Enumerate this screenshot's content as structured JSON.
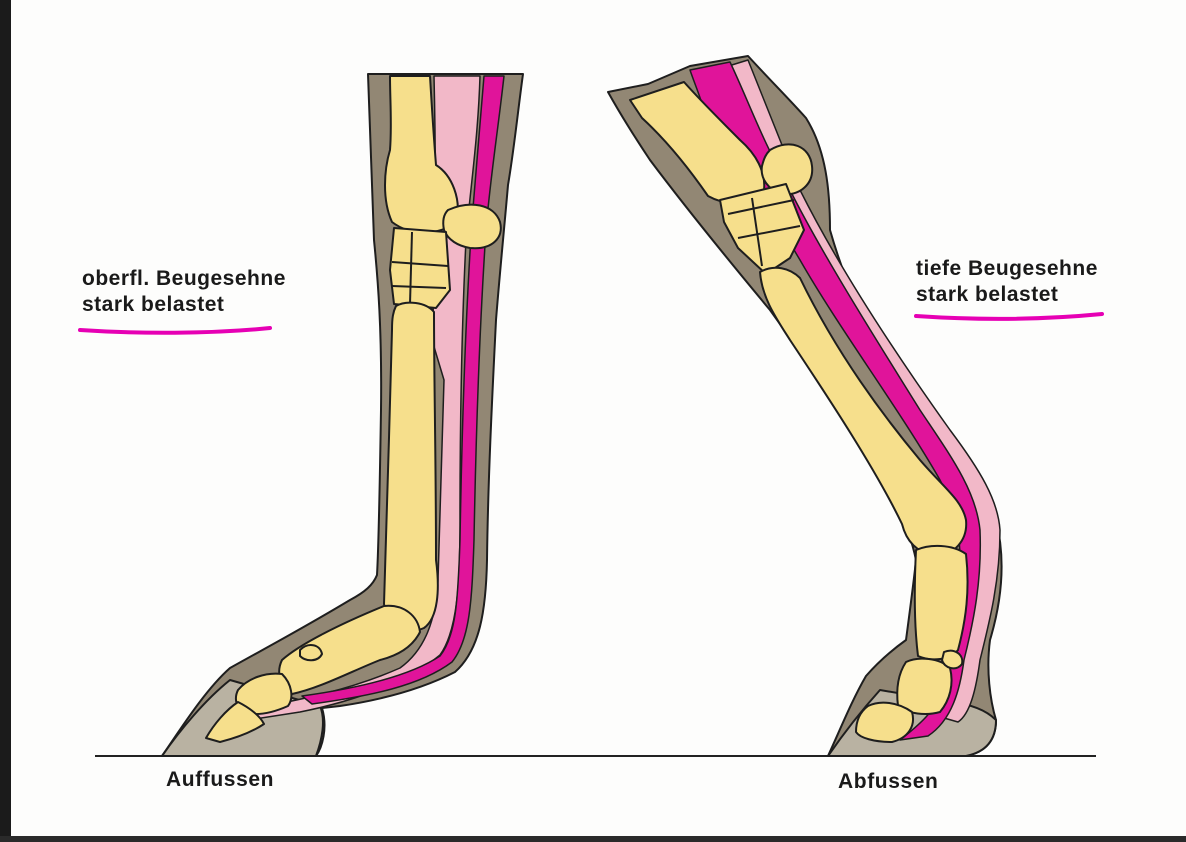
{
  "colors": {
    "skin": "#928774",
    "bone": "#f6df8c",
    "superficial_tendon": "#f2b8c8",
    "deep_tendon": "#e0149a",
    "outline": "#1e1e1e",
    "underline_accent": "#e600b4"
  },
  "left_annotation": {
    "line1": "oberfl. Beugesehne",
    "line2": "stark belastet"
  },
  "right_annotation": {
    "line1": "tiefe Beugesehne",
    "line2": "stark belastet"
  },
  "captions": {
    "left": "Auffussen",
    "right": "Abfussen"
  }
}
